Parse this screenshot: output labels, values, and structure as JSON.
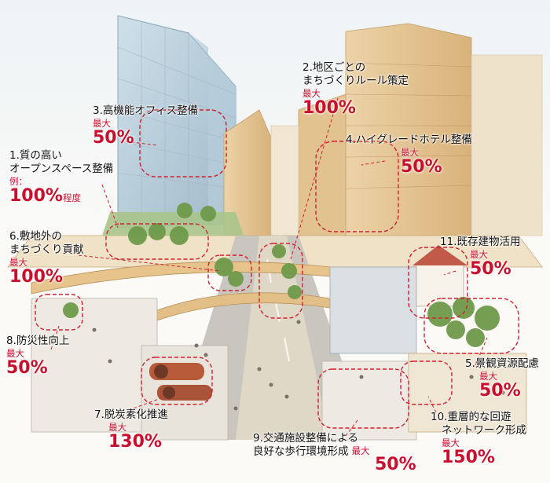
{
  "labels": {
    "l1": {
      "title1": "1.質の高い",
      "title2": "オープンスペース整備",
      "kind": "例：",
      "value": "100%",
      "suffix": "程度"
    },
    "l2": {
      "title1": "2.地区ごとの",
      "title2": "まちづくりルール策定",
      "kind": "最大",
      "value": "100%"
    },
    "l3": {
      "title1": "3.高機能オフィス整備",
      "kind": "最大",
      "value": "50%"
    },
    "l4": {
      "title1": "4.ハイグレードホテル整備",
      "kind": "最大",
      "value": "50%"
    },
    "l5": {
      "title1": "5.景観資源配慮",
      "kind": "最大",
      "value": "50%"
    },
    "l6": {
      "title1": "6.敷地外の",
      "title2": "まちづくり貢献",
      "kind": "最大",
      "value": "100%"
    },
    "l7": {
      "title1": "7.脱炭素化推進",
      "kind": "最大",
      "value": "130%"
    },
    "l8": {
      "title1": "8.防災性向上",
      "kind": "最大",
      "value": "50%"
    },
    "l9": {
      "title1": "9.交通施設整備による",
      "title2": "良好な歩行環境形成",
      "kind": "最大",
      "value": "50%"
    },
    "l10": {
      "title1": "10.重層的な回遊",
      "title2": "ネットワーク形成",
      "kind": "最大",
      "value": "150%"
    },
    "l11": {
      "title1": "11.既存建物活用",
      "kind": "最大",
      "value": "50%"
    }
  },
  "colors": {
    "accent": "#c8102e",
    "text": "#111111",
    "dash": "#d0202f",
    "tree": "#6f9a4a",
    "building": "#e7c999"
  }
}
